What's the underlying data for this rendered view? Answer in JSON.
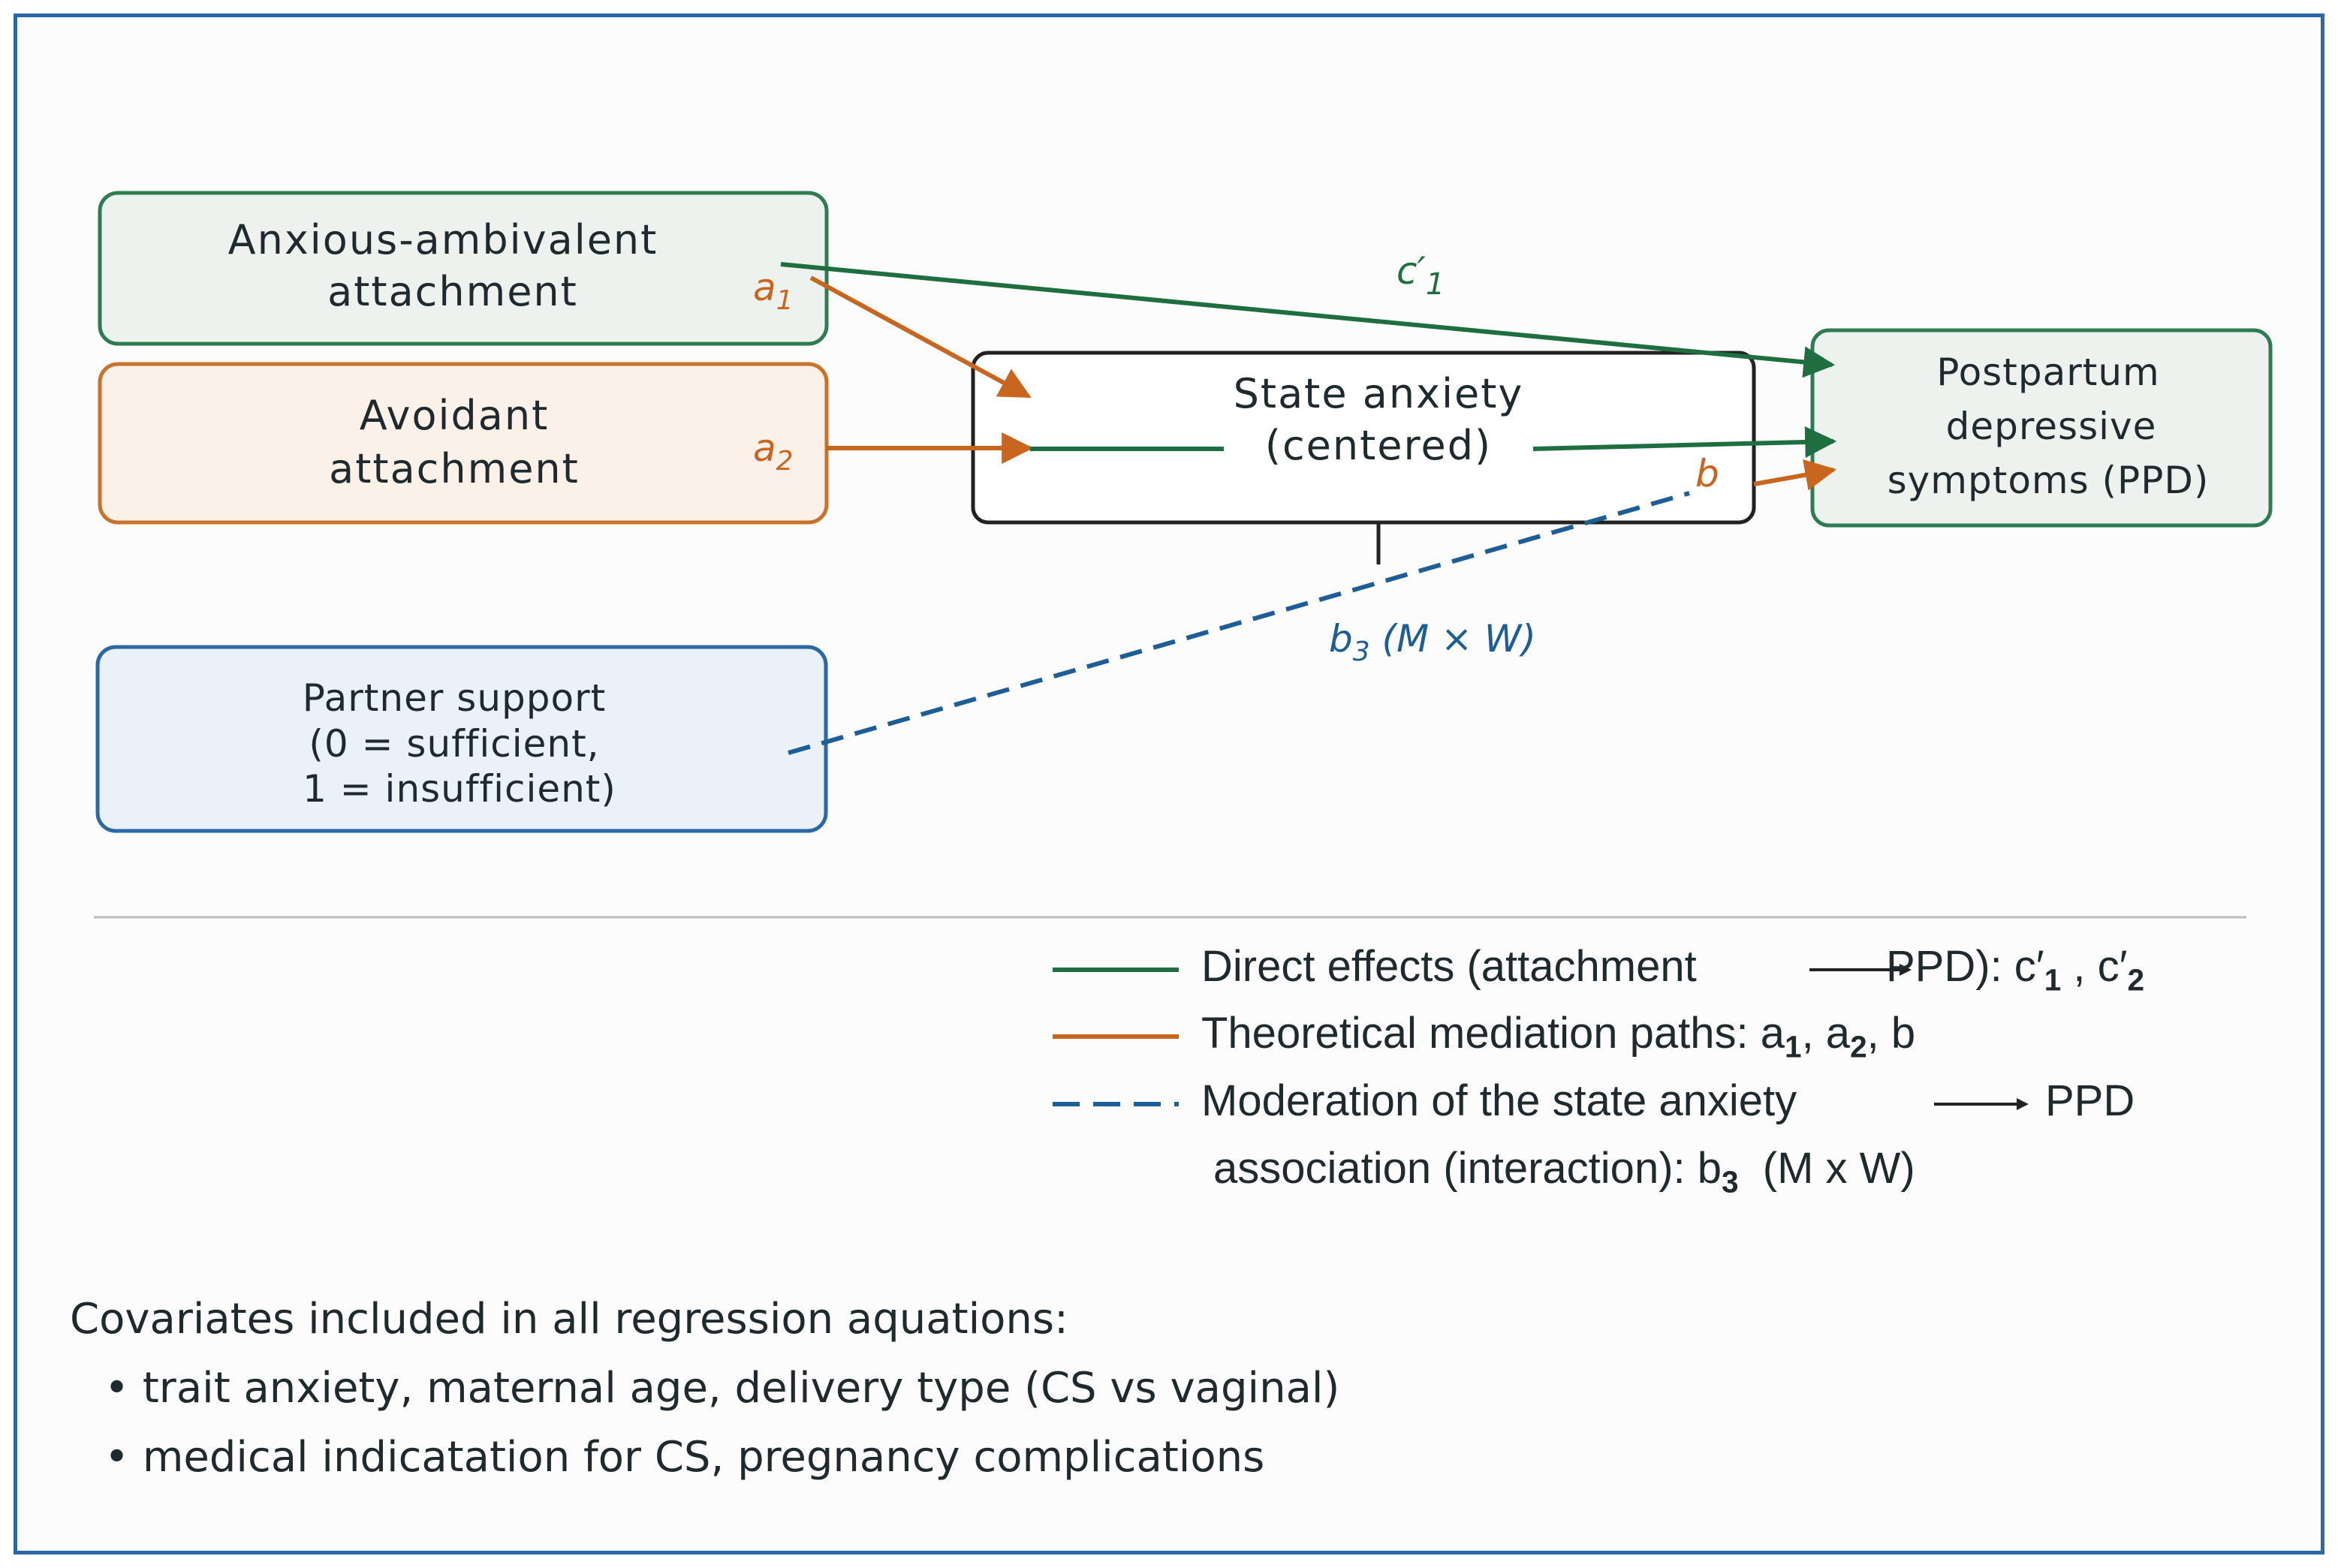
{
  "boxes": {
    "anxious": {
      "line1": "Anxious-ambivalent",
      "line2": "attachment",
      "border": "#2e7d52",
      "fill": "#eef2ee"
    },
    "avoidant": {
      "line1": "Avoidant",
      "line2": "attachment",
      "border": "#c8722b",
      "fill": "#fbf1e8"
    },
    "partner": {
      "line1": "Partner support",
      "line2": "(0 = sufficient,",
      "line3": "1 = insufficient)",
      "border": "#2a68a8",
      "fill": "#eaf1f8"
    },
    "state": {
      "line1": "State anxiety",
      "line2": "(centered)",
      "border": "#222222",
      "fill": "#ffffff"
    },
    "ppd": {
      "line1": "Postpartum",
      "line2": "depressive",
      "line3": "symptoms (PPD)",
      "border": "#2e7d52",
      "fill": "#eef2ee"
    }
  },
  "paths": {
    "a1": {
      "base": "a",
      "sub": "1"
    },
    "a2": {
      "base": "a",
      "sub": "2"
    },
    "b": "b",
    "c1": {
      "base": "c′",
      "sub": "1"
    },
    "b3": {
      "base": "b",
      "sub": "3",
      "tail": " (M × W)"
    }
  },
  "legend": {
    "direct": {
      "text": "Direct effects (attachment",
      "arrow": "PPD): c′",
      "s1": "1",
      "mid": " , c′",
      "s2": "2"
    },
    "mediation": {
      "text": "Theoretical mediation paths: a",
      "s1": "1",
      "mid1": ", a",
      "s2": "2",
      "mid2": ", b"
    },
    "moderation": {
      "text": "Moderation of the state anxiety",
      "arrow_target": "PPD",
      "line2": "association (interaction): b",
      "s": "3",
      "tail": "  (M x W)"
    }
  },
  "covariates": {
    "title": "Covariates included in all regression aquations:",
    "items": [
      "trait anxiety, maternal age, delivery type (CS vs vaginal)",
      "medical indicatation for CS, pregnancy complications"
    ],
    "bullet": "•"
  },
  "colors": {
    "green": "#1f6e3f",
    "orange": "#c8651f",
    "blue": "#1e5e96"
  }
}
